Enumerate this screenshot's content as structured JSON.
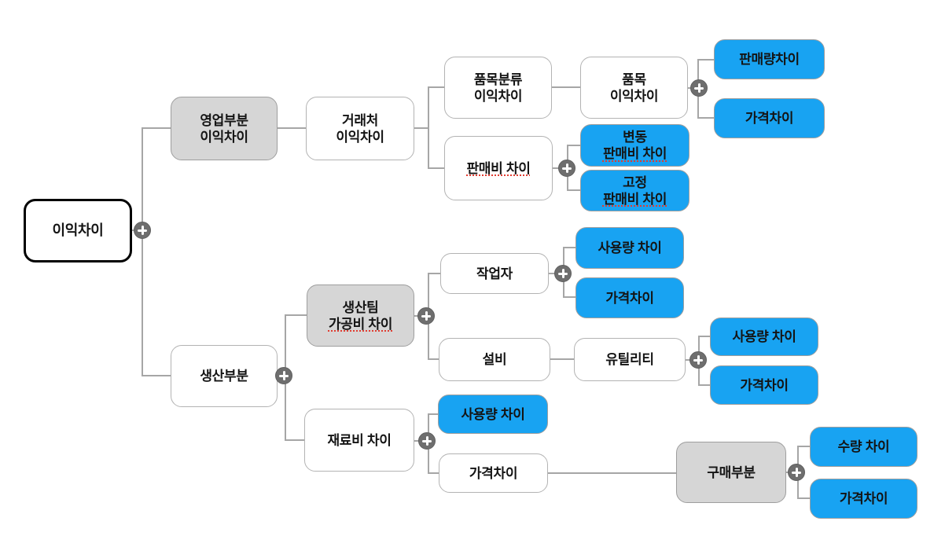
{
  "diagram": {
    "colors": {
      "node_blue": "#18a3f2",
      "node_gray": "#d6d6d6",
      "node_white": "#ffffff",
      "root_border": "#000000",
      "connector": "#a6a6a6",
      "toggle_background": "#6e6e6e",
      "spellcheck_underline": "#e03c31"
    },
    "icons": {
      "expand_toggle": "plus-icon"
    },
    "nodes": [
      {
        "id": "profit-variance",
        "lines": [
          "이익차이"
        ]
      },
      {
        "id": "sales-division-profit-variance",
        "lines": [
          "영업부분",
          "이익차이"
        ]
      },
      {
        "id": "customer-profit-variance",
        "lines": [
          "거래처",
          "이익차이"
        ]
      },
      {
        "id": "item-category-profit-variance",
        "lines": [
          "품목분류",
          "이익차이"
        ]
      },
      {
        "id": "item-profit-variance",
        "lines": [
          "품목",
          "이익차이"
        ]
      },
      {
        "id": "sales-volume-variance",
        "lines": [
          "판매량차이"
        ]
      },
      {
        "id": "price-variance-item",
        "lines": [
          "가격차이"
        ]
      },
      {
        "id": "selling-expense-variance",
        "lines": [
          "판매비 차이"
        ]
      },
      {
        "id": "variable-selling-expense-variance",
        "lines": [
          "변동",
          "판매비 차이"
        ]
      },
      {
        "id": "fixed-selling-expense-variance",
        "lines": [
          "고정",
          "판매비 차이"
        ]
      },
      {
        "id": "production-division",
        "lines": [
          "생산부분"
        ]
      },
      {
        "id": "production-team-processing-cost-variance",
        "lines": [
          "생산팀",
          "가공비 차이"
        ]
      },
      {
        "id": "worker",
        "lines": [
          "작업자"
        ]
      },
      {
        "id": "usage-variance-worker",
        "lines": [
          "사용량 차이"
        ]
      },
      {
        "id": "price-variance-worker",
        "lines": [
          "가격차이"
        ]
      },
      {
        "id": "equipment",
        "lines": [
          "설비"
        ]
      },
      {
        "id": "utility",
        "lines": [
          "유틸리티"
        ]
      },
      {
        "id": "usage-variance-utility",
        "lines": [
          "사용량 차이"
        ]
      },
      {
        "id": "price-variance-utility",
        "lines": [
          "가격차이"
        ]
      },
      {
        "id": "material-cost-variance",
        "lines": [
          "재료비 차이"
        ]
      },
      {
        "id": "usage-variance-material",
        "lines": [
          "사용량 차이"
        ]
      },
      {
        "id": "price-variance-material",
        "lines": [
          "가격차이"
        ]
      },
      {
        "id": "purchasing-division",
        "lines": [
          "구매부분"
        ]
      },
      {
        "id": "quantity-variance",
        "lines": [
          "수량 차이"
        ]
      },
      {
        "id": "price-variance-purchasing",
        "lines": [
          "가격차이"
        ]
      }
    ]
  }
}
